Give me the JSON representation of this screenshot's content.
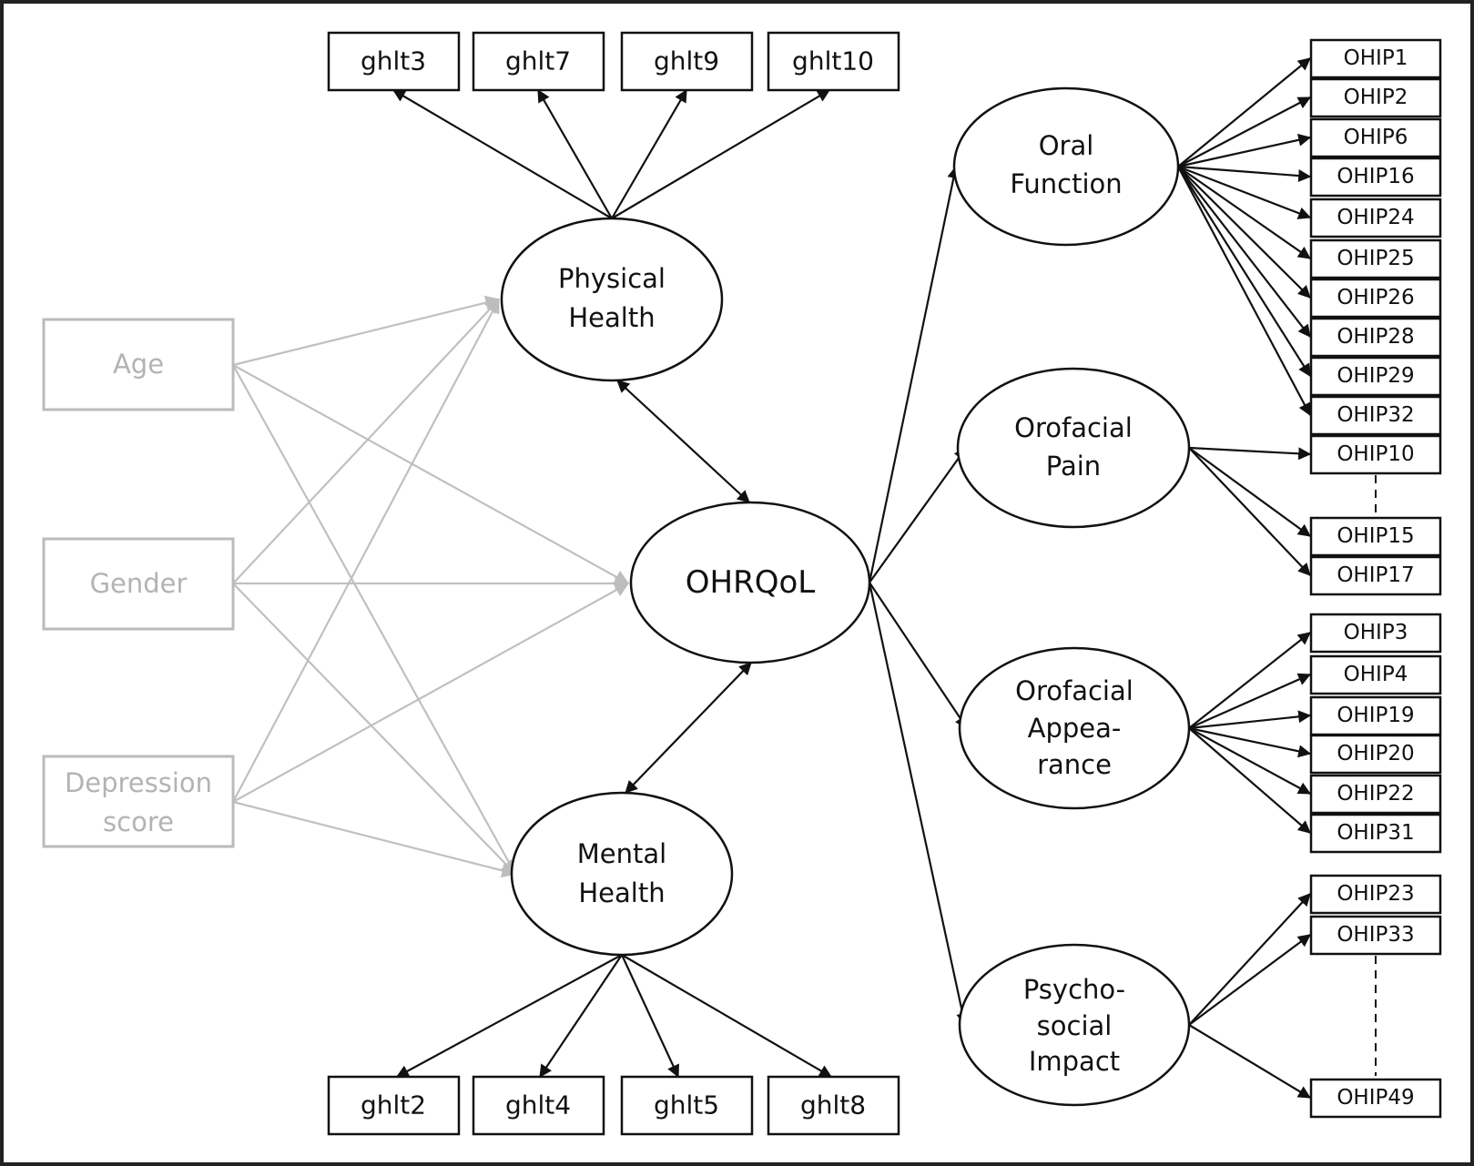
{
  "covariates": {
    "age": "Age",
    "gender": "Gender",
    "depression": [
      "Depression",
      "score"
    ]
  },
  "latents": {
    "physical": [
      "Physical",
      "Health"
    ],
    "mental": [
      "Mental",
      "Health"
    ],
    "ohrqol": "OHRQoL",
    "oral_function": [
      "Oral",
      "Function"
    ],
    "orofacial_pain": [
      "Orofacial",
      "Pain"
    ],
    "orofacial_appearance": [
      "Orofacial",
      "Appea-",
      "rance"
    ],
    "psychosocial_impact": [
      "Psycho-",
      "social",
      "Impact"
    ]
  },
  "physical_indicators": [
    "ghlt3",
    "ghlt7",
    "ghlt9",
    "ghlt10"
  ],
  "mental_indicators": [
    "ghlt2",
    "ghlt4",
    "ghlt5",
    "ghlt8"
  ],
  "ohip": {
    "oral_function": [
      "OHIP1",
      "OHIP2",
      "OHIP6",
      "OHIP16",
      "OHIP24",
      "OHIP25",
      "OHIP26",
      "OHIP28",
      "OHIP29",
      "OHIP32"
    ],
    "orofacial_pain": [
      "OHIP10",
      "OHIP15",
      "OHIP17"
    ],
    "orofacial_appearance": [
      "OHIP3",
      "OHIP4",
      "OHIP19",
      "OHIP20",
      "OHIP22",
      "OHIP31"
    ],
    "psychosocial_impact": [
      "OHIP23",
      "OHIP33",
      "OHIP49"
    ]
  },
  "colors": {
    "line": "#111111",
    "covariate": "#b3b3b3",
    "covariate_arrow": "#c0c0c0"
  }
}
